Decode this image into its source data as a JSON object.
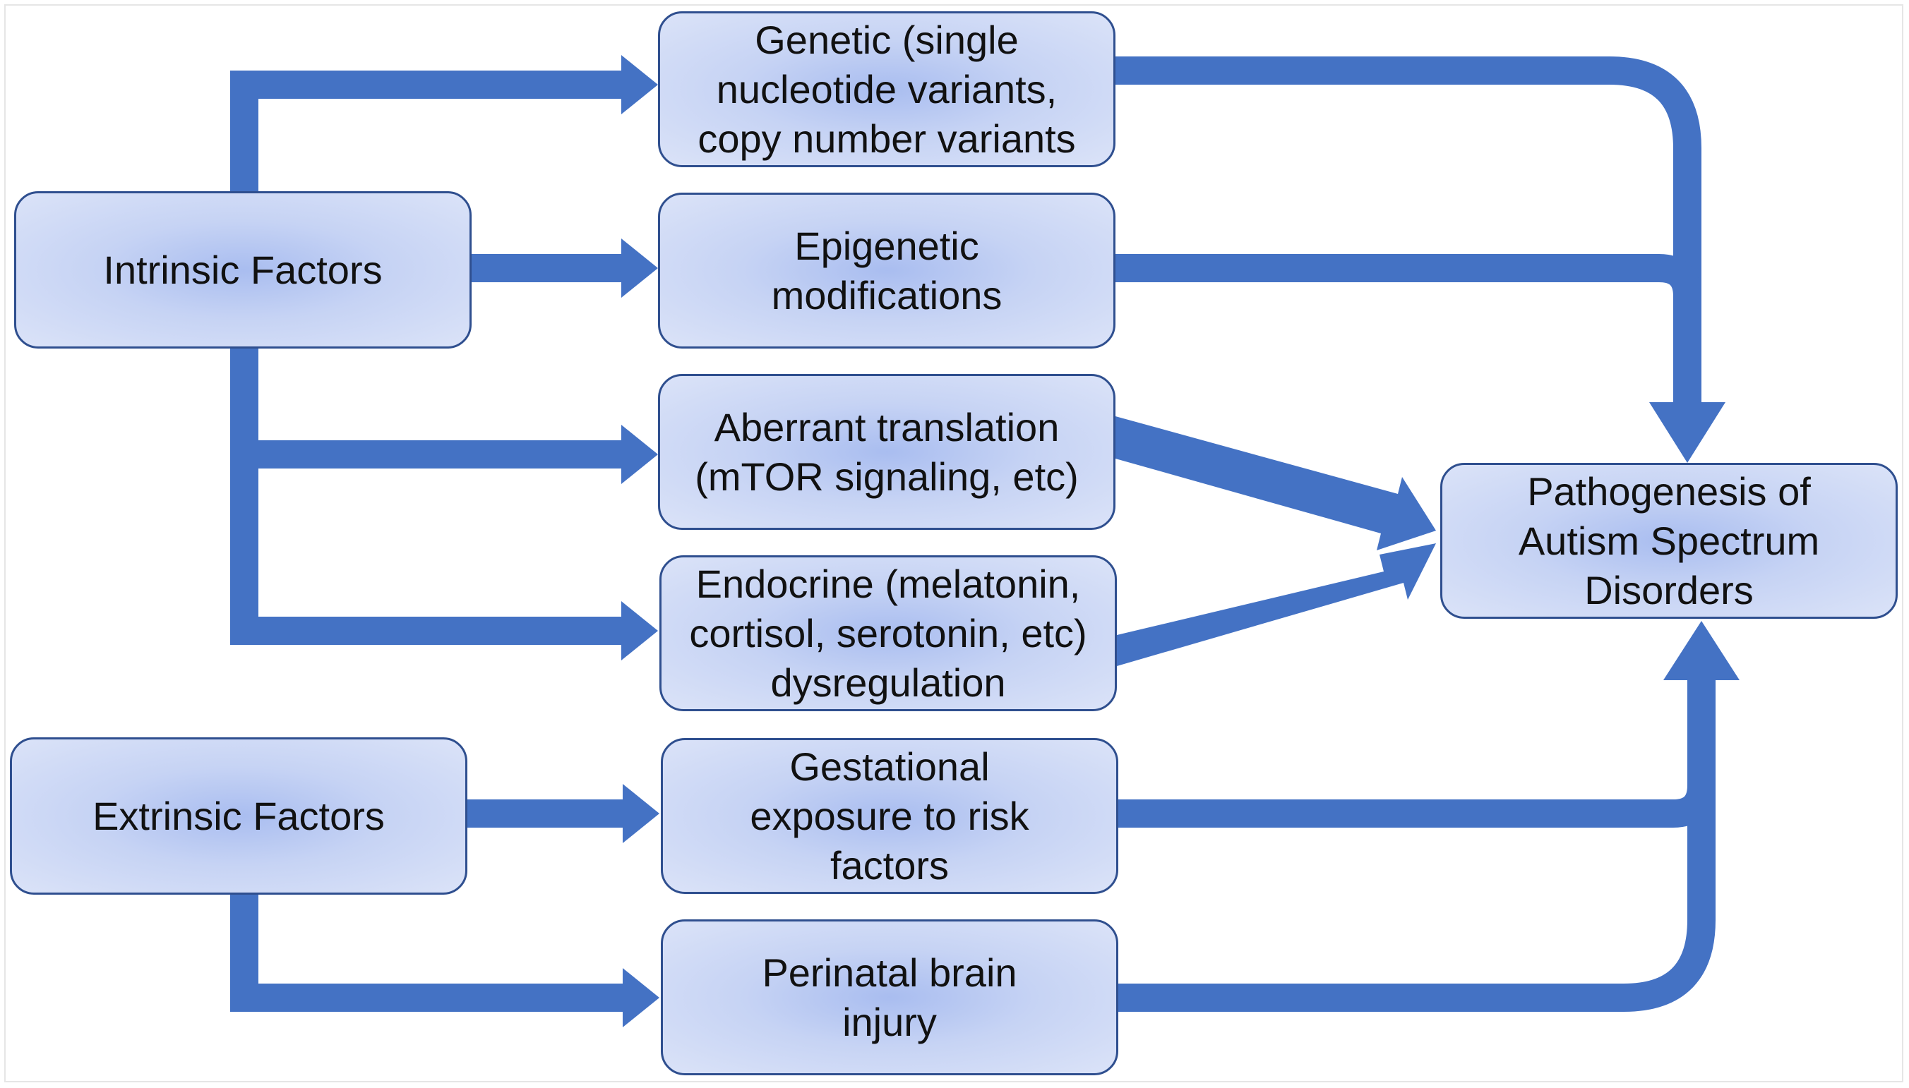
{
  "diagram": {
    "nodes": {
      "intrinsic": "Intrinsic Factors",
      "extrinsic": "Extrinsic Factors",
      "genetic": "Genetic (single\nnucleotide variants,\ncopy number variants",
      "epigenetic": "Epigenetic\nmodifications",
      "aberrant": "Aberrant translation\n(mTOR signaling, etc)",
      "endocrine": "Endocrine (melatonin,\ncortisol, serotonin, etc)\ndysregulation",
      "gestational": "Gestational\nexposure to risk\nfactors",
      "perinatal": "Perinatal brain\ninjury",
      "pathogenesis": "Pathogenesis of\nAutism Spectrum\nDisorders"
    },
    "edges": [
      {
        "from": "intrinsic",
        "to": "genetic"
      },
      {
        "from": "intrinsic",
        "to": "epigenetic"
      },
      {
        "from": "intrinsic",
        "to": "aberrant"
      },
      {
        "from": "intrinsic",
        "to": "endocrine"
      },
      {
        "from": "extrinsic",
        "to": "gestational"
      },
      {
        "from": "extrinsic",
        "to": "perinatal"
      },
      {
        "from": "genetic",
        "to": "pathogenesis"
      },
      {
        "from": "epigenetic",
        "to": "pathogenesis"
      },
      {
        "from": "aberrant",
        "to": "pathogenesis"
      },
      {
        "from": "endocrine",
        "to": "pathogenesis"
      },
      {
        "from": "gestational",
        "to": "pathogenesis"
      },
      {
        "from": "perinatal",
        "to": "pathogenesis"
      }
    ],
    "colors": {
      "arrow": "#4472c4",
      "box_border": "#2f4f8f",
      "box_fill_center": "#a9bdf0",
      "box_fill_edge": "#dbe3f8",
      "text": "#111111"
    }
  }
}
